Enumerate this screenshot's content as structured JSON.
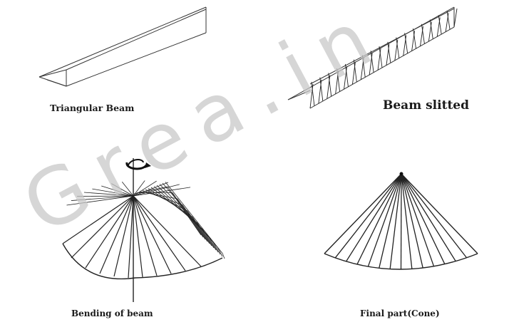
{
  "panels": {
    "triangular_beam": {
      "caption": "Triangular Beam"
    },
    "beam_slitted": {
      "caption": "Beam slitted"
    },
    "bending_of_beam": {
      "caption": "Bending of beam"
    },
    "final_part": {
      "caption": "Final part(Cone)"
    }
  },
  "watermark": {
    "text": "Grea.in"
  },
  "colors": {
    "line": "#222222",
    "watermark": "#c8c8c8"
  }
}
